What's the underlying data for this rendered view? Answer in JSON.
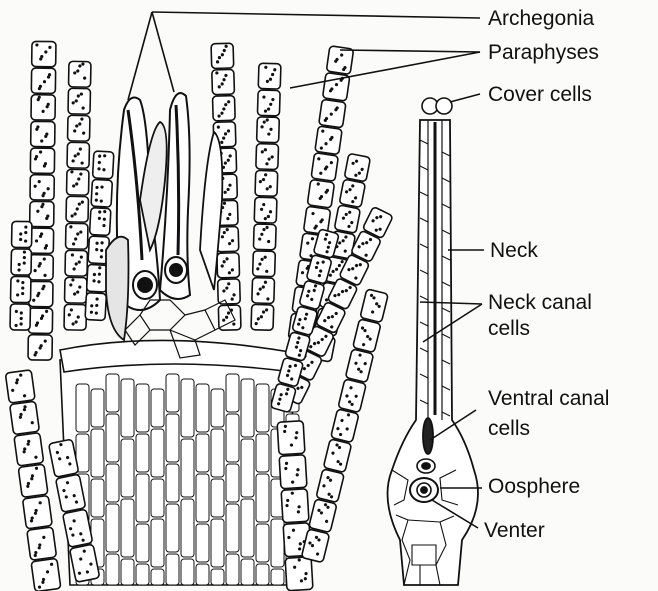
{
  "labels": {
    "archegonia": "Archegonia",
    "paraphyses": "Paraphyses",
    "cover_cells": "Cover cells",
    "neck": "Neck",
    "neck_canal_line1": "Neck canal",
    "neck_canal_line2": "cells",
    "ventral_canal_line1": "Ventral canal",
    "ventral_canal_line2": "cells",
    "oosphere": "Oosphere",
    "venter": "Venter"
  },
  "colors": {
    "ink": "#111111",
    "paper": "#fbfbf9",
    "cell_fill": "#ffffff",
    "stipple": "#555555"
  }
}
